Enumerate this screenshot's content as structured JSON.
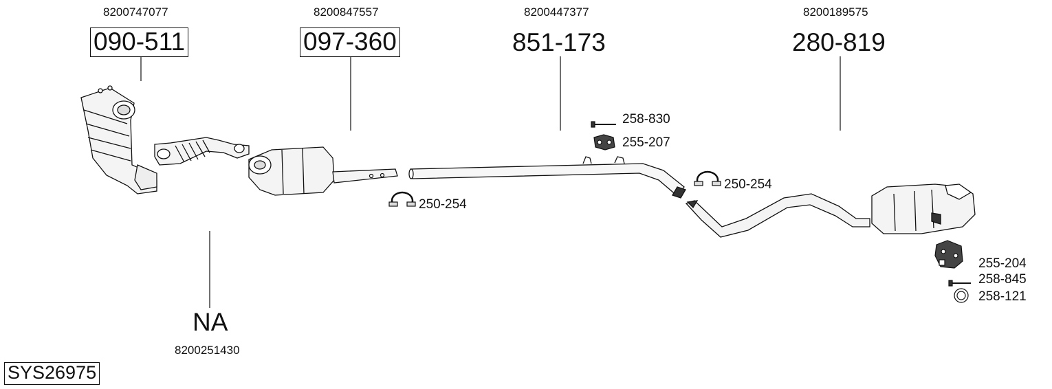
{
  "system_code": "SYS26975",
  "parts": [
    {
      "oem": "8200747077",
      "ref": "090-511",
      "boxed": true
    },
    {
      "oem": "8200847557",
      "ref": "097-360",
      "boxed": true
    },
    {
      "oem": "8200447377",
      "ref": "851-173",
      "boxed": false
    },
    {
      "oem": "8200189575",
      "ref": "280-819",
      "boxed": false
    },
    {
      "oem": "8200251430",
      "ref": "NA",
      "boxed": false
    }
  ],
  "accessories": [
    {
      "ref": "258-830",
      "icon": "bolt-icon"
    },
    {
      "ref": "255-207",
      "icon": "rubber-mount-icon"
    },
    {
      "ref": "250-254",
      "icon": "pipe-clamp-icon"
    },
    {
      "ref": "250-254",
      "icon": "pipe-clamp-icon"
    },
    {
      "ref": "255-204",
      "icon": "rubber-mount-icon"
    },
    {
      "ref": "258-845",
      "icon": "bolt-icon"
    },
    {
      "ref": "258-121",
      "icon": "sealing-ring-icon"
    }
  ]
}
